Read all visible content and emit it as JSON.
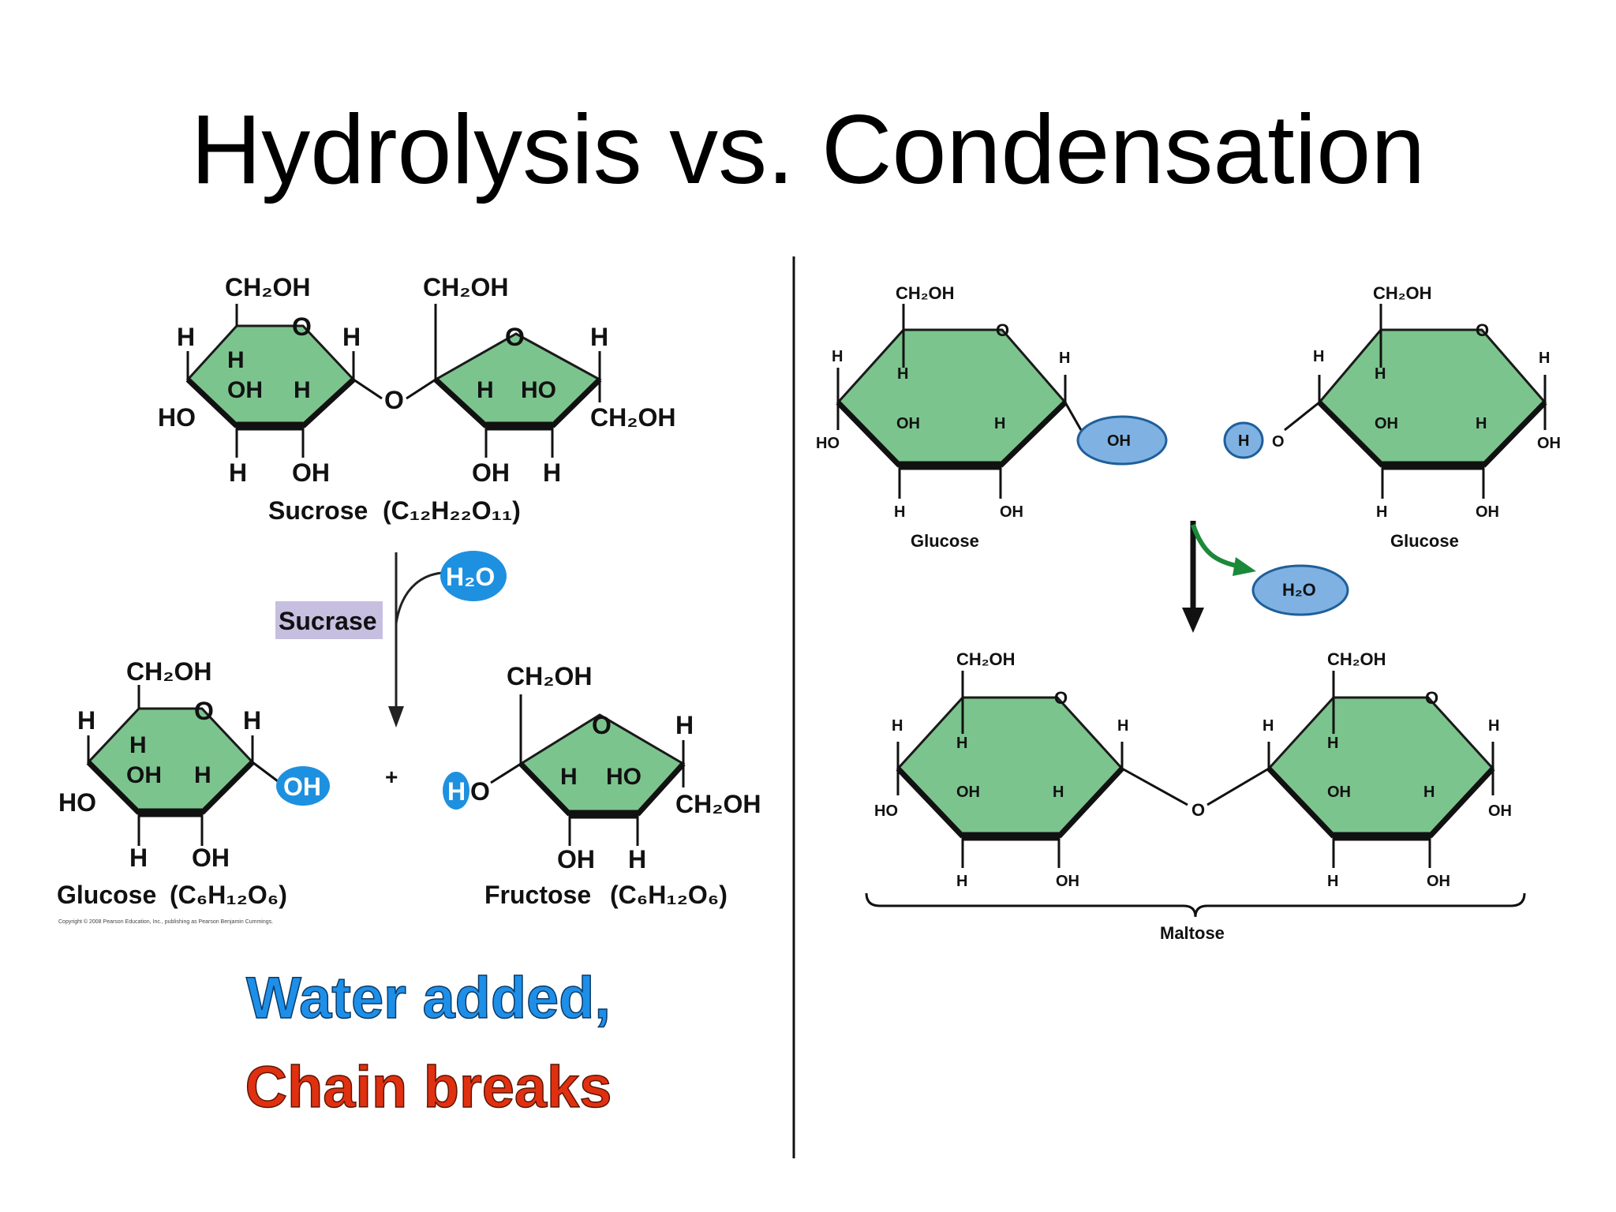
{
  "title": "Hydrolysis vs. Condensation",
  "colors": {
    "ring_fill": "#7cc48e",
    "ring_fill_light": "#a8ddb3",
    "ring_stroke": "#1a1a1a",
    "water_blue": "#1e90e0",
    "ellipse_blue": "#7fb2e2",
    "enzyme_box": "#c7bfe0",
    "arrow_green": "#1a8a3a",
    "caption_blue": "#1e8fe8",
    "caption_red": "#e03010"
  },
  "hydrolysis": {
    "sucrose": {
      "ch2oh_left": "CH₂OH",
      "ch2oh_right": "CH₂OH",
      "ring_o_left": "O",
      "ring_o_right": "O",
      "bridge_o": "O",
      "h_top_left": "H",
      "h_top_right": "H",
      "h_ring_left": "H",
      "oh_ring_left": "OH",
      "h_ring_left2": "H",
      "ho_left": "HO",
      "h_bottom_left": "H",
      "oh_bottom_left": "OH",
      "h_fru_top_right": "H",
      "h_fru_ring": "H",
      "ho_fru_ring": "HO",
      "ch2oh_fru_bottom": "CH₂OH",
      "oh_fru_bottom": "OH",
      "h_fru_bottom": "H",
      "name": "Sucrose",
      "formula": "(C₁₂H₂₂O₁₁)"
    },
    "enzyme": "Sucrase",
    "water": "H₂O",
    "plus": "+",
    "glucose": {
      "ch2oh": "CH₂OH",
      "ring_o": "O",
      "h_top_left": "H",
      "h_top_right": "H",
      "h_ring": "H",
      "oh_ring": "OH",
      "h_ring2": "H",
      "ho_left": "HO",
      "oh_added": "OH",
      "h_bottom": "H",
      "oh_bottom": "OH",
      "name": "Glucose",
      "formula": "(C₆H₁₂O₆)"
    },
    "fructose": {
      "ch2oh_top": "CH₂OH",
      "ring_o": "O",
      "h_top_right": "H",
      "h_added": "H",
      "o_left": "O",
      "h_ring": "H",
      "ho_ring": "HO",
      "ch2oh_right": "CH₂OH",
      "oh_bottom": "OH",
      "h_bottom": "H",
      "name": "Fructose",
      "formula": "(C₆H₁₂O₆)"
    },
    "copyright": "Copyright © 2008 Pearson Education, Inc., publishing as Pearson Benjamin Cummings.",
    "caption_line1": "Water added,",
    "caption_line2": "Chain breaks"
  },
  "condensation": {
    "glucose_left": {
      "ch2oh": "CH₂OH",
      "ring_o": "O",
      "h_c1": "H",
      "h_c5": "H",
      "h_c4": "H",
      "oh_c3": "OH",
      "h_c3": "H",
      "ho_c4": "HO",
      "h_bottom_left": "H",
      "oh_bottom": "OH",
      "oh_group": "OH",
      "name": "Glucose"
    },
    "glucose_right": {
      "ch2oh": "CH₂OH",
      "ring_o": "O",
      "h_group": "H",
      "o_link": "O",
      "h_c5": "H",
      "h_c1": "H",
      "h_c4": "H",
      "oh_c3": "OH",
      "h_c2": "H",
      "oh_c1": "OH",
      "h_bottom_left": "H",
      "oh_bottom": "OH",
      "name": "Glucose"
    },
    "water": "H₂O",
    "maltose": {
      "ch2oh_left": "CH₂OH",
      "ch2oh_right": "CH₂OH",
      "ring_o_left": "O",
      "ring_o_right": "O",
      "bridge_o": "O",
      "h_left_c5": "H",
      "h_left_c4": "H",
      "h_left_c1": "H",
      "oh_left_c3": "OH",
      "h_left_c2": "H",
      "ho_left": "HO",
      "h_left_bottom": "H",
      "oh_left_bottom": "OH",
      "h_right_c5": "H",
      "h_right_c4": "H",
      "h_right_c1": "H",
      "oh_right_c3": "OH",
      "h_right_c2": "H",
      "oh_right": "OH",
      "h_right_bottom": "H",
      "oh_right_bottom": "OH",
      "name": "Maltose"
    }
  }
}
